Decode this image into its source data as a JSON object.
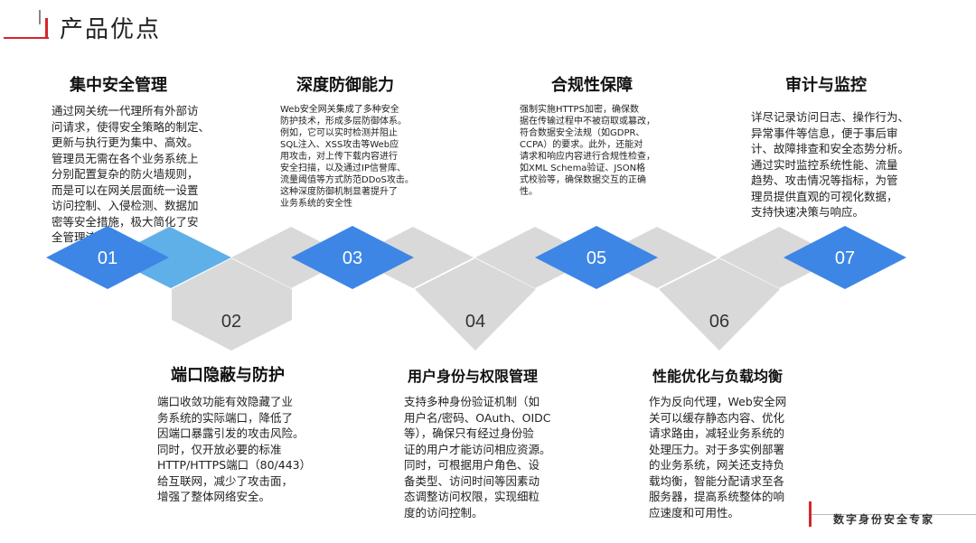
{
  "page": {
    "title": "产品优点"
  },
  "colors": {
    "accent_red": "#d4262b",
    "blue": "#3d86e6",
    "light_blue": "#5fb0e8",
    "gray": "#d9d9d9"
  },
  "steps": [
    {
      "num": "01",
      "title": "集中安全管理",
      "desc": "通过网关统一代理所有外部访\n问请求，使得安全策略的制定、\n更新与执行更为集中、高效。\n管理员无需在各个业务系统上\n分别配置复杂的防火墙规则，\n而是可以在网关层面统一设置\n访问控制、入侵检测、数据加\n密等安全措施，极大简化了安\n全管理流程"
    },
    {
      "num": "02",
      "title": "端口隐蔽与防护",
      "desc": "端口收敛功能有效隐藏了业\n务系统的实际端口，降低了\n因端口暴露引发的攻击风险。\n同时，仅开放必要的标准\nHTTP/HTTPS端口（80/443）\n给互联网，减少了攻击面，\n增强了整体网络安全。"
    },
    {
      "num": "03",
      "title": "深度防御能力",
      "desc": "Web安全网关集成了多种安全\n防护技术，形成多层防御体系。\n例如，它可以实时检测并阻止\nSQL注入、XSS攻击等Web应\n用攻击，对上传下载内容进行\n安全扫描，以及通过IP信誉库、\n流量阈值等方式防范DDoS攻击。\n这种深度防御机制显著提升了\n业务系统的安全性"
    },
    {
      "num": "04",
      "title": "用户身份与权限管理",
      "desc": "支持多种身份验证机制（如\n用户名/密码、OAuth、OIDC\n等），确保只有经过身份验\n证的用户才能访问相应资源。\n同时，可根据用户角色、设\n备类型、访问时间等因素动\n态调整访问权限，实现细粒\n度的访问控制。"
    },
    {
      "num": "05",
      "title": "合规性保障",
      "desc": "强制实施HTTPS加密，确保数\n据在传输过程中不被窃取或篡改，\n符合数据安全法规（如GDPR、\nCCPA）的要求。此外，还能对\n请求和响应内容进行合规性检查，\n如XML Schema验证、JSON格\n式校验等，确保数据交互的正确\n性。"
    },
    {
      "num": "06",
      "title": "性能优化与负载均衡",
      "desc": "作为反向代理，Web安全网\n关可以缓存静态内容、优化\n请求路由，减轻业务系统的\n处理压力。对于多实例部署\n的业务系统，网关还支持负\n载均衡，智能分配请求至各\n服务器，提高系统整体的响\n应速度和可用性。"
    },
    {
      "num": "07",
      "title": "审计与监控",
      "desc": "详尽记录访问日志、操作行为、\n异常事件等信息，便于事后审\n计、故障排查和安全态势分析。\n通过实时监控系统性能、流量\n趋势、攻击情况等指标，为管\n理员提供直观的可视化数据，\n支持快速决策与响应。"
    }
  ],
  "footer": {
    "text": "数字身份安全专家"
  }
}
